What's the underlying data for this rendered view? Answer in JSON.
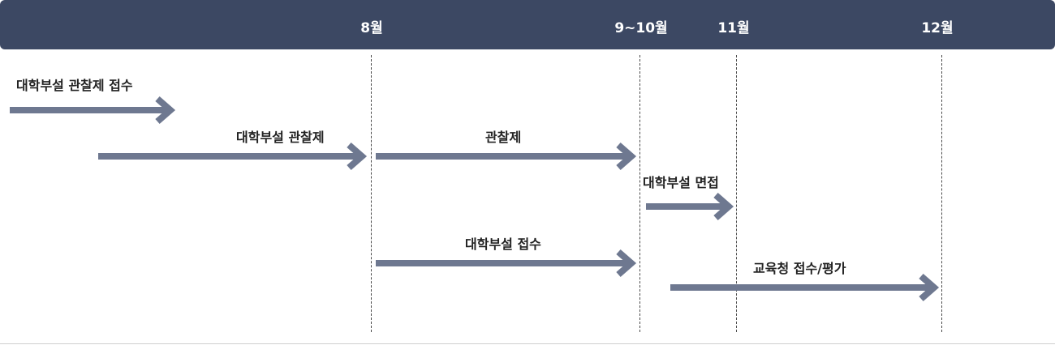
{
  "header": {
    "months": [
      "8월",
      "9~10월",
      "11월",
      "12월"
    ]
  },
  "timeline": {
    "items": [
      "대학부설 관찰제 접수",
      "대학부설 관찰제",
      "관찰제",
      "대학부설 면접",
      "대학부설 접수",
      "교육청 접수/평가"
    ]
  },
  "colors": {
    "header_bg": "#3c4863",
    "arrow": "#6e7890",
    "header_text": "#ffffff"
  }
}
